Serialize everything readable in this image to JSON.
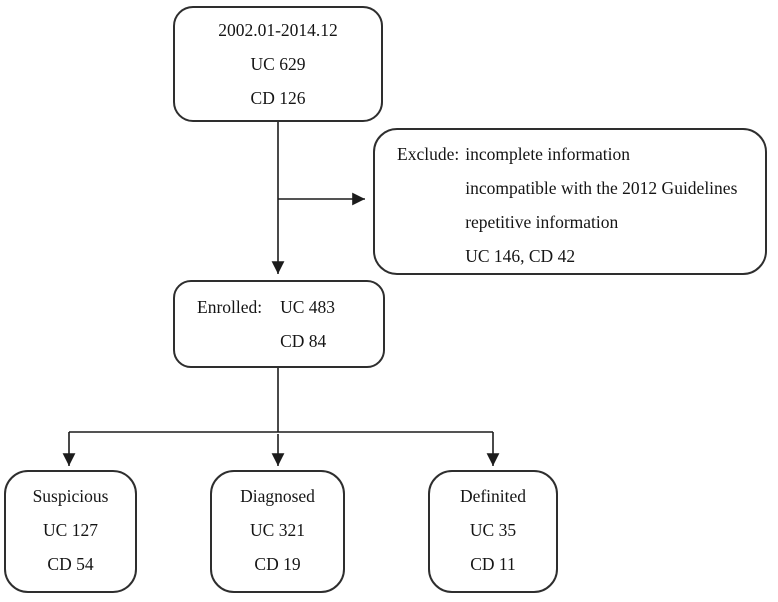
{
  "figure": {
    "background_color": "#ffffff",
    "border_color": "#2e2e2e",
    "line_color": "#1c1c1c",
    "text_color": "#151515"
  },
  "boxes": {
    "source": {
      "lines": [
        "2002.01-2014.12",
        "UC 629",
        "CD 126"
      ]
    },
    "exclude": {
      "label": "Exclude:",
      "items": [
        "incomplete information",
        "incompatible with the 2012 Guidelines",
        "repetitive information",
        "UC 146, CD 42"
      ]
    },
    "enrolled": {
      "label": "Enrolled:",
      "values": [
        "UC 483",
        "CD 84"
      ]
    },
    "suspicious": {
      "lines": [
        "Suspicious",
        "UC 127",
        "CD 54"
      ]
    },
    "diagnosed": {
      "lines": [
        "Diagnosed",
        "UC 321",
        "CD 19"
      ]
    },
    "definited": {
      "lines": [
        "Definited",
        "UC 35",
        "CD 11"
      ]
    }
  }
}
